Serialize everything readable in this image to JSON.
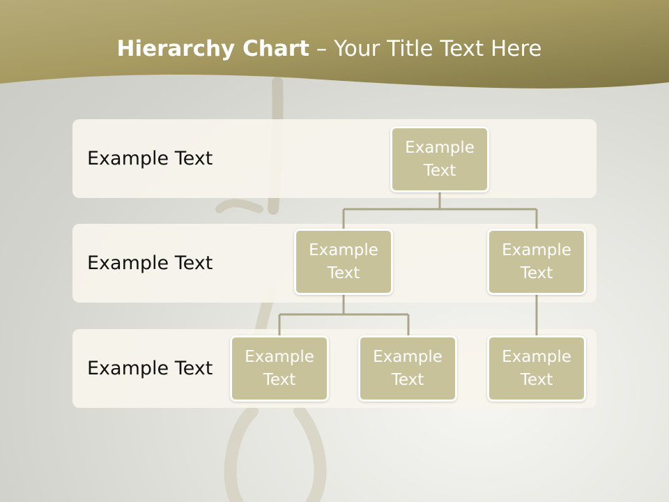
{
  "title": {
    "bold": "Hierarchy Chart",
    "rest": " – Your Title Text Here"
  },
  "levels": [
    {
      "label": "Example Text"
    },
    {
      "label": "Example Text"
    },
    {
      "label": "Example Text"
    }
  ],
  "nodes": {
    "root": "Example Text",
    "level2_left": "Example Text",
    "level2_right": "Example Text",
    "level3_left": "Example Text",
    "level3_middle": "Example Text",
    "level3_right": "Example Text"
  },
  "colors": {
    "header": "#a69b64",
    "node_fill": "#c8c29b",
    "connector": "#aca58a",
    "band": "#f7f4ed"
  }
}
